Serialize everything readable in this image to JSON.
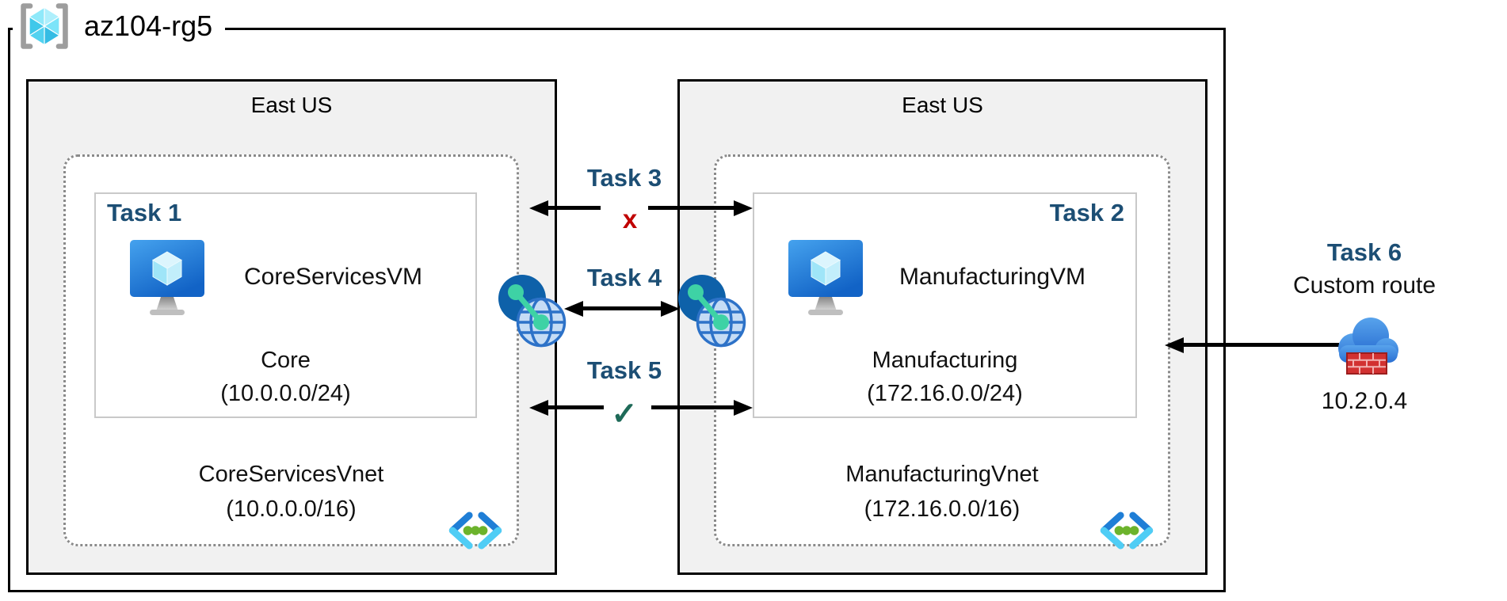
{
  "resource_group": {
    "name": "az104-rg5"
  },
  "regions": [
    {
      "name": "East US",
      "subnet": {
        "task_label": "Task 1",
        "vm_name": "CoreServicesVM",
        "name": "Core",
        "cidr": "(10.0.0.0/24)"
      },
      "vnet": {
        "name": "CoreServicesVnet",
        "cidr": "(10.0.0.0/16)"
      }
    },
    {
      "name": "East US",
      "subnet": {
        "task_label": "Task 2",
        "vm_name": "ManufacturingVM",
        "name": "Manufacturing",
        "cidr": "(172.16.0.0/24)"
      },
      "vnet": {
        "name": "ManufacturingVnet",
        "cidr": "(172.16.0.0/16)"
      }
    }
  ],
  "connections": [
    {
      "label": "Task 3",
      "marker": "x"
    },
    {
      "label": "Task 4"
    },
    {
      "label": "Task 5",
      "marker": "✓"
    }
  ],
  "custom_route": {
    "task_label": "Task 6",
    "name": "Custom route",
    "ip": "10.2.0.4"
  },
  "icons": [
    "resource-group-icon",
    "virtual-machine-icon",
    "vnet-peering-icon",
    "virtual-network-icon",
    "nva-firewall-cloud-icon"
  ],
  "colors": {
    "task_label": "#1c4e74",
    "blocked_x": "#c00000",
    "allowed_check": "#1e6a58",
    "region_fill": "#f1f1f1",
    "arrow": "#000000",
    "vnet_chevron_blue": "#1f7ed6",
    "vnet_chevron_cyan": "#4fcdf5",
    "vnet_dot_green": "#6cb32c",
    "peering_green": "#3ed2a5",
    "peering_dark_blue": "#0e61a9",
    "firewall_red": "#d23131"
  }
}
